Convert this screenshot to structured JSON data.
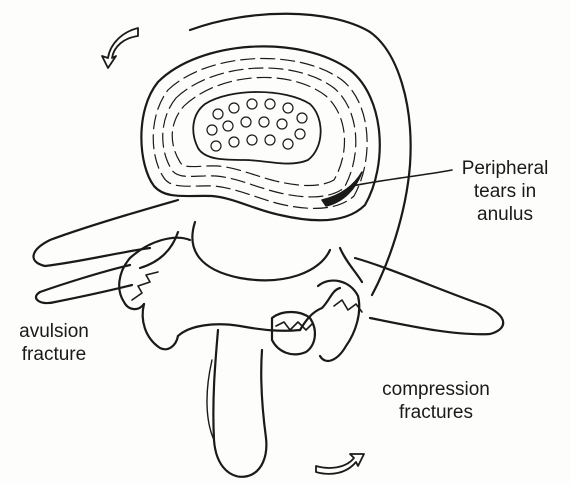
{
  "labels": {
    "peripheral_tears": [
      "Peripheral",
      "tears in",
      "anulus"
    ],
    "avulsion_fracture": [
      "avulsion",
      "fracture"
    ],
    "compression_fractures": [
      "compression",
      "fractures"
    ]
  },
  "colors": {
    "ink": "#1a1a1a",
    "paper": "#fdfdfb"
  }
}
